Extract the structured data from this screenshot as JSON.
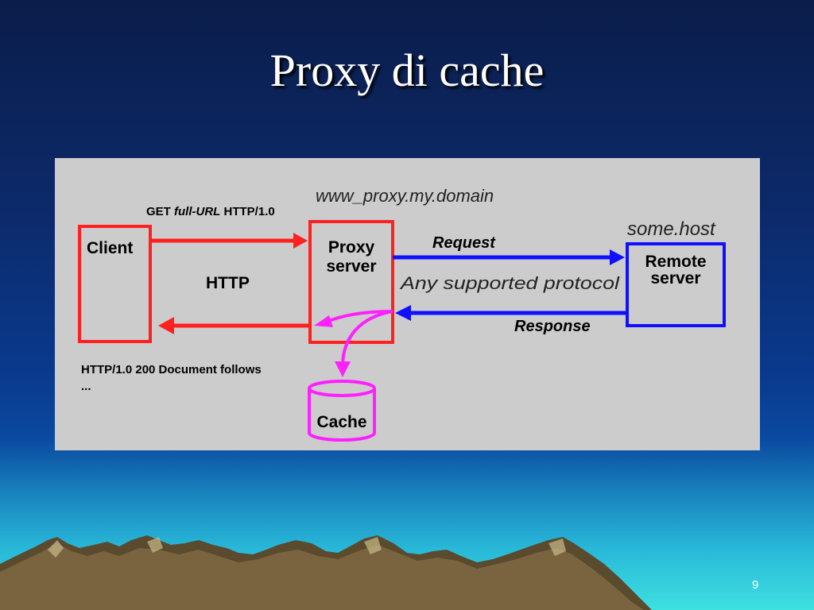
{
  "slide": {
    "title": "Proxy di cache",
    "page_number": "9"
  },
  "diagram": {
    "request_line_get": "GET",
    "request_line_url": "full-URL",
    "request_line_version": "HTTP/1.0",
    "proxy_host": "www_proxy.my.domain",
    "remote_host": "some.host",
    "client_label": "Client",
    "proxy_label_line1": "Proxy",
    "proxy_label_line2": "server",
    "remote_label_line1": "Remote",
    "remote_label_line2": "server",
    "http_label": "HTTP",
    "request_label": "Request",
    "protocol_label": "Any supported protocol",
    "response_label": "Response",
    "response_line": "HTTP/1.0 200 Document follows",
    "ellipsis": "...",
    "cache_label": "Cache",
    "colors": {
      "client_http": "#ff2020",
      "remote_protocol": "#1010ff",
      "cache": "#ff20ff"
    }
  }
}
